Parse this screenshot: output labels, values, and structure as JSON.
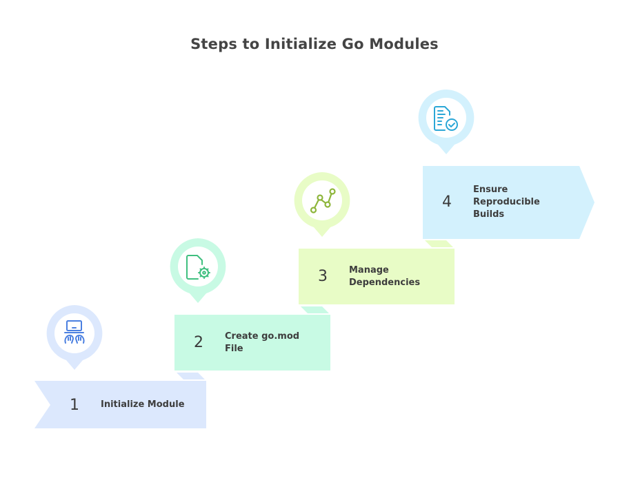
{
  "title": "Steps to Initialize Go Modules",
  "steps": [
    {
      "number": "1",
      "label_lines": [
        "Initialize Module"
      ],
      "icon": "laptop-typing-icon",
      "fill": "#dce8fd",
      "pin_ring": "#dce8fd",
      "icon_color": "#4a7fe0"
    },
    {
      "number": "2",
      "label_lines": [
        "Create go.mod",
        "File"
      ],
      "icon": "file-settings-icon",
      "fill": "#c8fae4",
      "pin_ring": "#c8fae4",
      "icon_color": "#3fbf7f"
    },
    {
      "number": "3",
      "label_lines": [
        "Manage",
        "Dependencies"
      ],
      "icon": "line-graph-nodes-icon",
      "fill": "#e8fcc6",
      "pin_ring": "#e8fcc6",
      "icon_color": "#8db53a"
    },
    {
      "number": "4",
      "label_lines": [
        "Ensure",
        "Reproducible",
        "Builds"
      ],
      "icon": "document-check-icon",
      "fill": "#d3f1fd",
      "pin_ring": "#d3f1fd",
      "icon_color": "#2aa6d6"
    }
  ]
}
